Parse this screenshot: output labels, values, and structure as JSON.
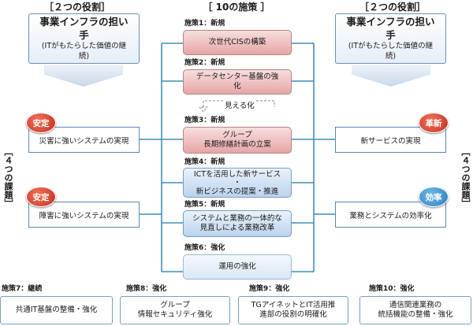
{
  "headers": {
    "left_role": "［２つの役割］",
    "center": "［ 10の施策 ］",
    "right_role": "［２つの役割］"
  },
  "roles": {
    "left": {
      "title_line1": "事業インフラの担い",
      "title_line2": "手",
      "sub_line1": "(ITがもたらした価値の継",
      "sub_line2": "続)"
    },
    "right": {
      "title_line1": "事業インフラの担い",
      "title_line2": "手",
      "sub_line1": "(ITがもたらした価値の継",
      "sub_line2": "続)"
    }
  },
  "side_labels": {
    "left": "［４つの課題］",
    "right": "［４つの課題］"
  },
  "issues": [
    {
      "badge": "安定",
      "text": "災害に強いシステムの実現"
    },
    {
      "badge": "安定",
      "text": "障害に強いシステムの実現"
    },
    {
      "badge": "革新",
      "text": "新サービスの実現"
    },
    {
      "badge": "効率",
      "text": "業務とシステムの効率化"
    }
  ],
  "measures": [
    {
      "tag": "施策1：新規",
      "line1": "次世代CISの構築",
      "line2": ""
    },
    {
      "tag": "施策2：新規",
      "line1": "データセンター基盤の強",
      "line2": "化"
    },
    {
      "tag": "施策3：新規",
      "line1": "グループ",
      "line2": "長期修繕計画の立案"
    },
    {
      "tag": "施策4：新規",
      "line1": "ICTを活用した新サービス",
      "line2": "・",
      "line3": "新ビジネスの提案・推進"
    },
    {
      "tag": "施策5：新規",
      "line1": "システムと業務の一体的な",
      "line2": "見直しによる業務改革"
    },
    {
      "tag": "施策6：強化",
      "line1": "運用の強化",
      "line2": ""
    }
  ],
  "visualize_label": "見える化",
  "bottom_measures": [
    {
      "tag": "施策7：継続",
      "line1": "共通IT基盤の整備・強化",
      "line2": ""
    },
    {
      "tag": "施策8：強化",
      "line1": "グループ",
      "line2": "情報セキュリティ強化"
    },
    {
      "tag": "施策9：強化",
      "line1": "TGアイネットとIT活用推",
      "line2": "進部の役割の明確化"
    },
    {
      "tag": "施策10：強化",
      "line1": "通信関連業務の",
      "line2": "統括機能の整備・強化"
    }
  ],
  "colors": {
    "line": "#3f8fb8",
    "red_badge": "#c0301c",
    "blue_badge": "#2b7fc0",
    "border": "#5f86b5"
  }
}
